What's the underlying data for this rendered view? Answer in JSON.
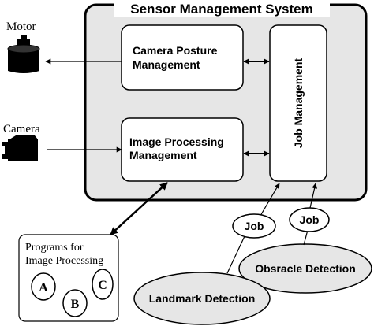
{
  "system": {
    "title": "Sensor Management System"
  },
  "modules": {
    "camera_posture": {
      "line1": "Camera Posture",
      "line2": "Management"
    },
    "image_processing": {
      "line1": "Image Processing",
      "line2": "Management"
    },
    "job_management": {
      "label": "Job Management"
    }
  },
  "devices": {
    "motor": "Motor",
    "camera": "Camera"
  },
  "programs": {
    "line1": "Programs for",
    "line2": "Image Processing",
    "items": [
      "A",
      "B",
      "C"
    ]
  },
  "clients": {
    "landmark": "Landmark Detection",
    "obstacle": "Obsracle Detection",
    "job_label": "Job"
  },
  "colors": {
    "system_fill": "#e6e6e6",
    "stroke": "#000000",
    "background": "#ffffff"
  }
}
